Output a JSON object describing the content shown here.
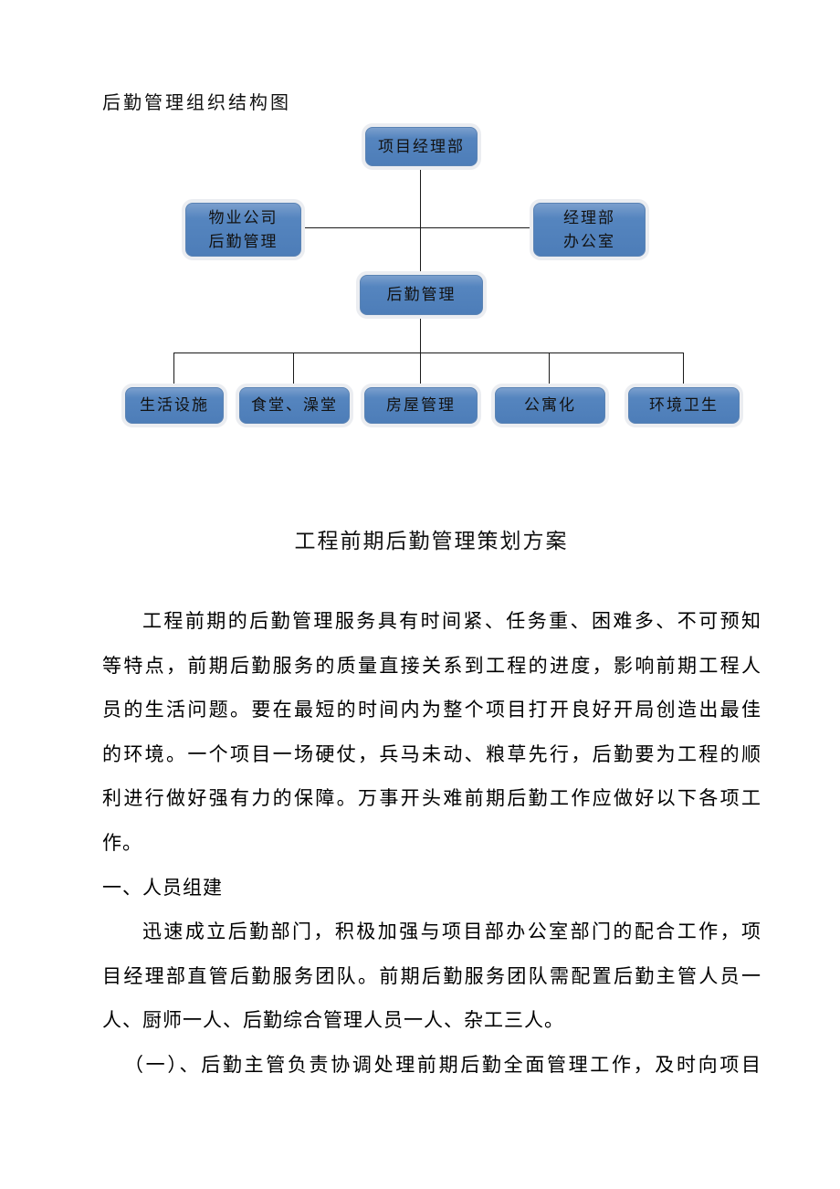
{
  "org_chart": {
    "title": "后勤管理组织结构图",
    "nodes": {
      "top": "项目经理部",
      "left": [
        "物业公司",
        "后勤管理"
      ],
      "right": [
        "经理部",
        "办公室"
      ],
      "middle": "后勤管理",
      "bottom": [
        "生活设施",
        "食堂、澡堂",
        "房屋管理",
        "公寓化",
        "环境卫生"
      ]
    },
    "node_color": "#4d7db8",
    "node_glow_color": "#ebedf1",
    "connector_color": "#1a1a1a"
  },
  "document": {
    "title": "工程前期后勤管理策划方案",
    "paragraph1_lines": [
      "工程前期的后勤管理服务具有时间紧、任务重、困难多、不可预知",
      "等特点，前期后勤服务的质量直接关系到工程的进度，影响前期工程人",
      "员的生活问题。要在最短的时间内为整个项目打开良好开局创造出最佳",
      "的环境。一个项目一场硬仗，兵马未动、粮草先行，后勤要为工程的顺",
      "利进行做好强有力的保障。万事开头难前期后勤工作应做好以下各项工",
      "作。"
    ],
    "section_heading": "一、人员组建",
    "paragraph2_lines": [
      "迅速成立后勤部门，积极加强与项目部办公室部门的配合工作，项",
      "目经理部直管后勤服务团队。前期后勤服务团队需配置后勤主管人员一",
      "人、厨师一人、后勤综合管理人员一人、杂工三人。"
    ],
    "paragraph3_lines": [
      "（一）、后勤主管负责协调处理前期后勤全面管理工作，及时向项目"
    ]
  }
}
